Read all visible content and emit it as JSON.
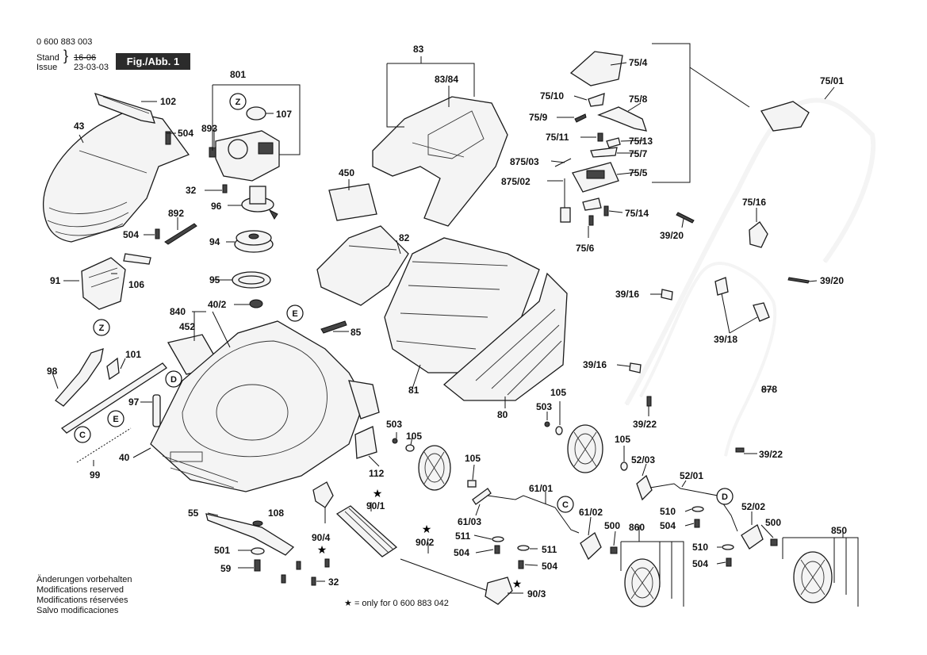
{
  "header": {
    "part_number": "0 600 883 003",
    "stand_label": "Stand",
    "stand_value": "16-06",
    "issue_label": "Issue",
    "issue_value": "23-03-03",
    "figure": "Fig./Abb. 1"
  },
  "notes": [
    "Änderungen vorbehalten",
    "Modifications reserved",
    "Modifications réservées",
    "Salvo modificaciones"
  ],
  "footnote": "= only for 0 600 883 042",
  "labels": {
    "l102": "102",
    "l43": "43",
    "l504a": "504",
    "l893": "893",
    "l801": "801",
    "l107": "107",
    "l32a": "32",
    "l96": "96",
    "l892": "892",
    "l504b": "504",
    "l94": "94",
    "l91": "91",
    "l106": "106",
    "l95": "95",
    "l840": "840",
    "l40_2": "40/2",
    "l452": "452",
    "l85": "85",
    "l98": "98",
    "l101": "101",
    "l97": "97",
    "l40": "40",
    "l99": "99",
    "l112": "112",
    "l503a": "503",
    "l105a": "105",
    "l55": "55",
    "l108": "108",
    "l501": "501",
    "l59": "59",
    "l32b": "32",
    "l90_1": "90/1",
    "l90_4": "90/4",
    "l90_2": "90/2",
    "l90_3": "90/3",
    "l83": "83",
    "l83_84": "83/84",
    "l450": "450",
    "l82": "82",
    "l81": "81",
    "l80": "80",
    "l105b": "105",
    "l61_03": "61/03",
    "l511a": "511",
    "l504c": "504",
    "l511b": "511",
    "l504d": "504",
    "l61_01": "61/01",
    "l61_02": "61/02",
    "l500a": "500",
    "l503b": "503",
    "l105c": "105",
    "l105d": "105",
    "l52_03": "52/03",
    "l860": "860",
    "l52_01": "52/01",
    "l510a": "510",
    "l504e": "504",
    "l52_02": "52/02",
    "l500b": "500",
    "l850": "850",
    "l510b": "510",
    "l504f": "504",
    "l75_4": "75/4",
    "l75_10": "75/10",
    "l75_8": "75/8",
    "l75_9": "75/9",
    "l75_11": "75/11",
    "l75_13": "75/13",
    "l75_7": "75/7",
    "l875_03": "875/03",
    "l875_02": "875/02",
    "l75_5": "75/5",
    "l75_14": "75/14",
    "l75_6": "75/6",
    "l75_01": "75/01",
    "l75_16": "75/16",
    "l39_20a": "39/20",
    "l39_20b": "39/20",
    "l39_16a": "39/16",
    "l39_18": "39/18",
    "l39_16b": "39/16",
    "l39_22a": "39/22",
    "l878": "878",
    "l39_22b": "39/22"
  },
  "callouts": {
    "z1": "Z",
    "z2": "Z",
    "e1": "E",
    "e2": "E",
    "c1": "C",
    "c2": "C",
    "d1": "D",
    "d2": "D"
  },
  "icons": {
    "star": "star-icon"
  }
}
